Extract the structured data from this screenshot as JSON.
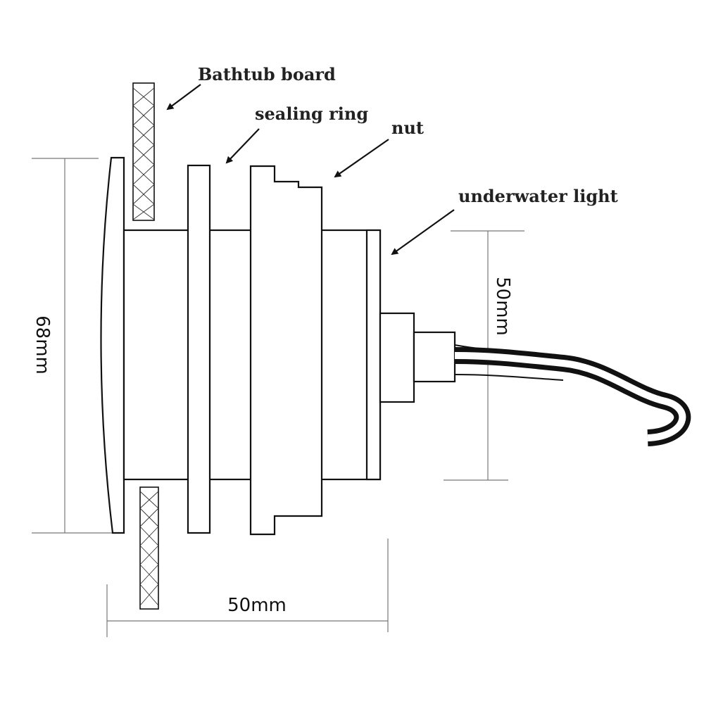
{
  "labels": {
    "bathtub_board": "Bathtub board",
    "sealing_ring": "sealing ring",
    "nut": "nut",
    "underwater_light": "underwater light"
  },
  "dimensions": {
    "height_front": "68mm",
    "height_body": "50mm",
    "length": "50mm"
  },
  "colors": {
    "line": "#111111",
    "dimension_line": "#777777",
    "background": "#ffffff"
  }
}
